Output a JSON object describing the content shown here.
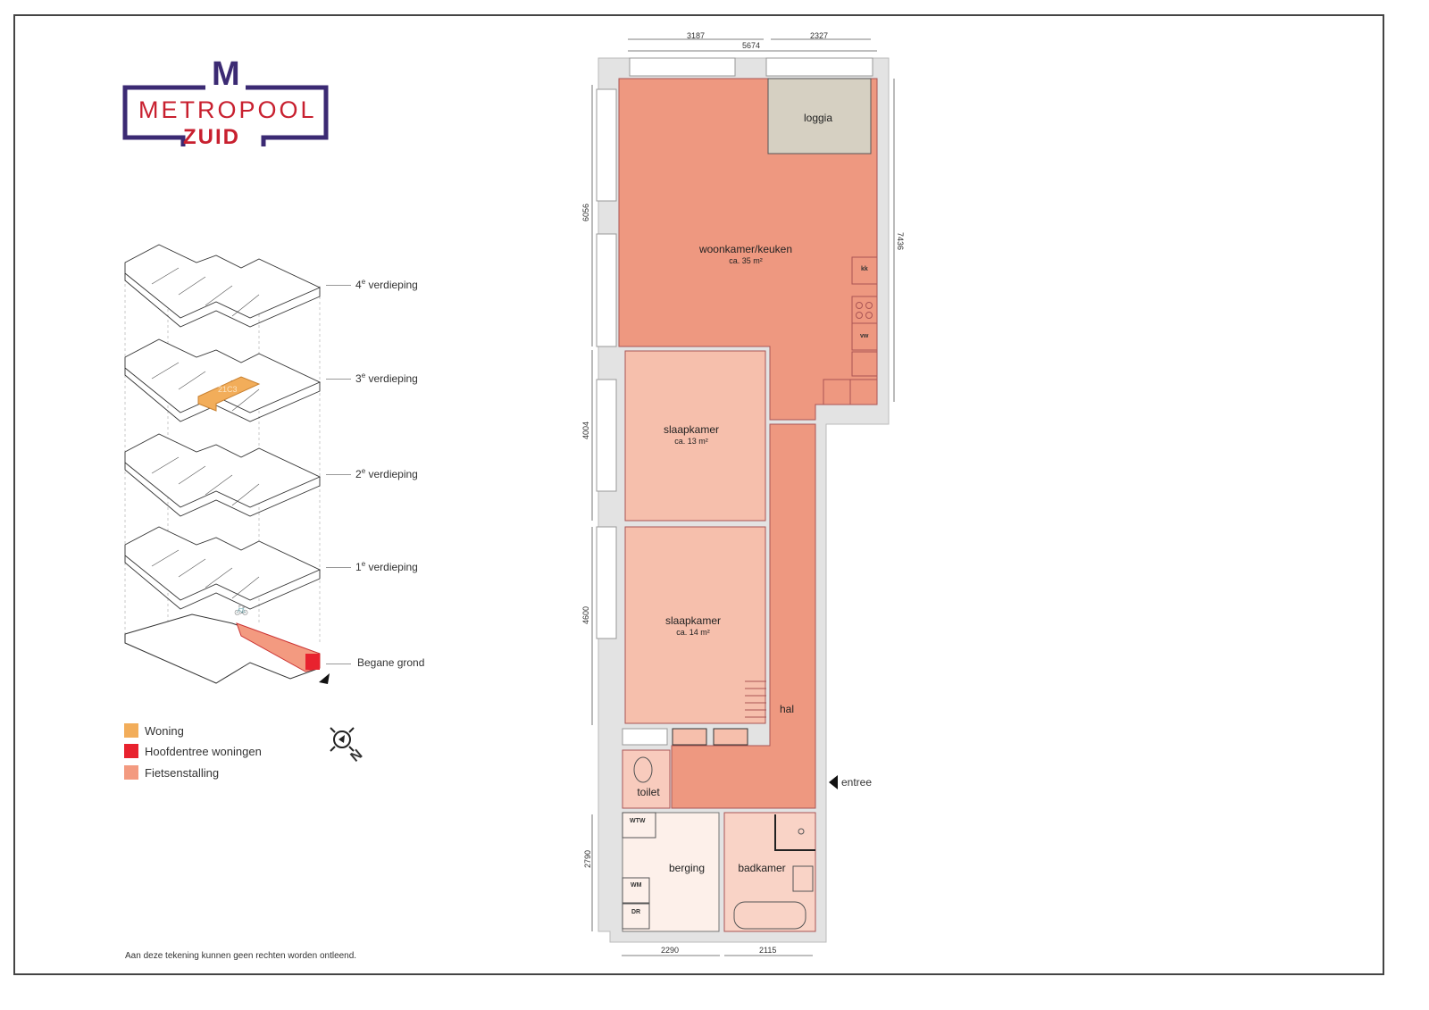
{
  "logo": {
    "letter": "M",
    "line1": "METROPOOL",
    "line2": "ZUID",
    "colors": {
      "frame": "#3b2a73",
      "text": "#c8202f"
    }
  },
  "floors": [
    {
      "label": "4",
      "suffix": "e",
      "rest": " verdieping"
    },
    {
      "label": "3",
      "suffix": "e",
      "rest": " verdieping",
      "unit_tag": "21C3"
    },
    {
      "label": "2",
      "suffix": "e",
      "rest": " verdieping"
    },
    {
      "label": "1",
      "suffix": "e",
      "rest": " verdieping"
    },
    {
      "label": "Begane grond",
      "suffix": "",
      "rest": ""
    }
  ],
  "legend": [
    {
      "label": "Woning",
      "color": "#f2ad5a"
    },
    {
      "label": "Hoofdentree woningen",
      "color": "#e8222e"
    },
    {
      "label": "Fietsenstalling",
      "color": "#f39a80"
    }
  ],
  "compass": {
    "label": "N"
  },
  "rooms": {
    "loggia": {
      "name": "loggia"
    },
    "living": {
      "name": "woonkamer/keuken",
      "area": "ca. 35 m²"
    },
    "bedroom1": {
      "name": "slaapkamer",
      "area": "ca. 13 m²"
    },
    "bedroom2": {
      "name": "slaapkamer",
      "area": "ca. 14 m²"
    },
    "hal": {
      "name": "hal"
    },
    "toilet": {
      "name": "toilet"
    },
    "berging": {
      "name": "berging"
    },
    "badkamer": {
      "name": "badkamer"
    }
  },
  "fixtures": {
    "kk": "kk",
    "vw": "vw",
    "wtw": "WTW",
    "wm": "WM",
    "dr": "DR"
  },
  "entrance": "entree",
  "dimensions": {
    "top_left": "3187",
    "top_right": "2327",
    "top_total": "5674",
    "left_1": "6056",
    "left_2": "4004",
    "left_3": "4600",
    "left_4": "2790",
    "right": "7436",
    "bottom_left": "2290",
    "bottom_right": "2115"
  },
  "colors": {
    "living": "#ee9880",
    "bedroom": "#f6bfac",
    "loggia": "#d6d0c2",
    "wall": "#e3e3e3",
    "berging": "#fdf0ea",
    "badkamer": "#f9d3c6",
    "toilet": "#f8cbbd"
  },
  "footer": "Aan deze tekening kunnen geen rechten worden ontleend."
}
